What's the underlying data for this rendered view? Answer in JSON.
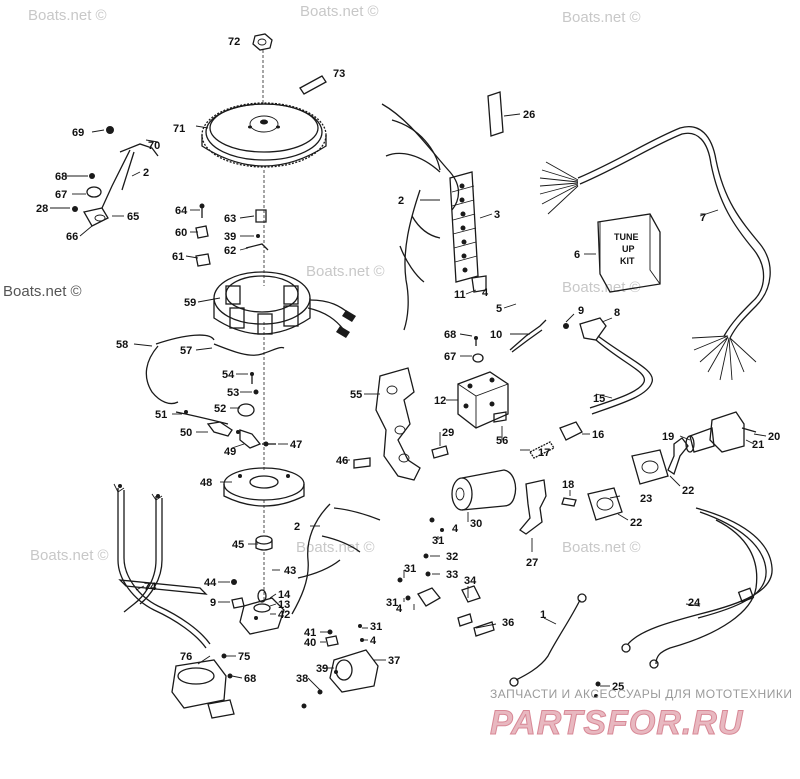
{
  "watermarks": [
    "Boats.net ©",
    "Boats.net ©",
    "Boats.net ©",
    "Boats.net ©",
    "Boats.net ©",
    "Boats.net ©",
    "Boats.net ©",
    "Boats.net ©"
  ],
  "kit_label": [
    "TUNE",
    "UP",
    "KIT"
  ],
  "brand": {
    "subtitle": "ЗАПЧАСТИ И АКСЕССУАРЫ ДЛЯ МОТОТЕХНИКИ",
    "name": "PARTSFOR.RU",
    "color_fill": "#e8b8c0",
    "color_stroke": "#d88896"
  },
  "callouts": [
    "72",
    "73",
    "71",
    "69",
    "70",
    "68",
    "2",
    "67",
    "28",
    "65",
    "66",
    "26",
    "2",
    "3",
    "7",
    "6",
    "64",
    "60",
    "63",
    "39",
    "62",
    "61",
    "59",
    "5",
    "4",
    "11",
    "9",
    "8",
    "10",
    "68",
    "67",
    "58",
    "57",
    "15",
    "55",
    "12",
    "54",
    "53",
    "52",
    "51",
    "50",
    "49",
    "47",
    "29",
    "56",
    "16",
    "19",
    "21",
    "20",
    "46",
    "17",
    "48",
    "18",
    "23",
    "22",
    "22",
    "30",
    "2",
    "31",
    "4",
    "27",
    "45",
    "43",
    "32",
    "33",
    "44",
    "9",
    "14",
    "13",
    "42",
    "74",
    "31",
    "4",
    "34",
    "36",
    "31",
    "1",
    "24",
    "41",
    "31",
    "40",
    "4",
    "25",
    "76",
    "75",
    "68",
    "39",
    "37",
    "38"
  ]
}
